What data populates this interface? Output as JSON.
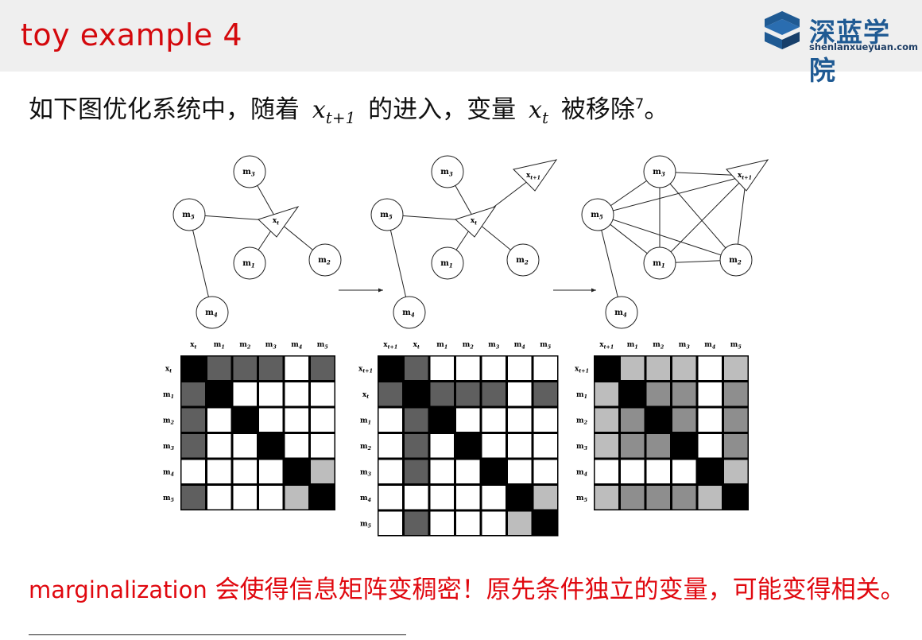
{
  "header": {
    "title": "toy example 4",
    "logo_name": "深蓝学院",
    "logo_url_text": "shenlanxueyuan.com"
  },
  "intro": {
    "text_before": "如下图优化系统中，随着",
    "math1_base": "x",
    "math1_sub": "t+1",
    "text_middle": "的进入，变量",
    "math2_base": "x",
    "math2_sub": "t",
    "text_after": "被移除",
    "footnote_mark": "7",
    "end_punct": "。"
  },
  "graphs": [
    {
      "nodes": [
        {
          "id": "m3",
          "base": "m",
          "sub": "3"
        },
        {
          "id": "m5",
          "base": "m",
          "sub": "5"
        },
        {
          "id": "m1",
          "base": "m",
          "sub": "1"
        },
        {
          "id": "m2",
          "base": "m",
          "sub": "2"
        },
        {
          "id": "m4",
          "base": "m",
          "sub": "4"
        }
      ],
      "triangles": [
        {
          "id": "xt",
          "base": "x",
          "sub": "t"
        }
      ],
      "edges": [
        [
          "m3",
          "xt"
        ],
        [
          "m5",
          "xt"
        ],
        [
          "m1",
          "xt"
        ],
        [
          "m2",
          "xt"
        ],
        [
          "m5",
          "m4"
        ]
      ]
    },
    {
      "nodes": [
        {
          "id": "m3",
          "base": "m",
          "sub": "3"
        },
        {
          "id": "m5",
          "base": "m",
          "sub": "5"
        },
        {
          "id": "m1",
          "base": "m",
          "sub": "1"
        },
        {
          "id": "m2",
          "base": "m",
          "sub": "2"
        },
        {
          "id": "m4",
          "base": "m",
          "sub": "4"
        }
      ],
      "triangles": [
        {
          "id": "xt",
          "base": "x",
          "sub": "t"
        },
        {
          "id": "xt1",
          "base": "x",
          "sub": "t+1"
        }
      ],
      "edges": [
        [
          "m3",
          "xt"
        ],
        [
          "m5",
          "xt"
        ],
        [
          "m1",
          "xt"
        ],
        [
          "m2",
          "xt"
        ],
        [
          "m5",
          "m4"
        ],
        [
          "xt",
          "xt1"
        ]
      ]
    },
    {
      "nodes": [
        {
          "id": "m3",
          "base": "m",
          "sub": "3"
        },
        {
          "id": "m5",
          "base": "m",
          "sub": "5"
        },
        {
          "id": "m1",
          "base": "m",
          "sub": "1"
        },
        {
          "id": "m2",
          "base": "m",
          "sub": "2"
        },
        {
          "id": "m4",
          "base": "m",
          "sub": "4"
        }
      ],
      "triangles": [
        {
          "id": "xt1",
          "base": "x",
          "sub": "t+1"
        }
      ],
      "edges": [
        [
          "m3",
          "xt1"
        ],
        [
          "m5",
          "xt1"
        ],
        [
          "m1",
          "xt1"
        ],
        [
          "m2",
          "xt1"
        ],
        [
          "m3",
          "m5"
        ],
        [
          "m3",
          "m1"
        ],
        [
          "m3",
          "m2"
        ],
        [
          "m5",
          "m1"
        ],
        [
          "m5",
          "m2"
        ],
        [
          "m5",
          "m4"
        ],
        [
          "m1",
          "m2"
        ]
      ]
    }
  ],
  "matrices": [
    {
      "labels": [
        {
          "base": "x",
          "sub": "t"
        },
        {
          "base": "m",
          "sub": "1"
        },
        {
          "base": "m",
          "sub": "2"
        },
        {
          "base": "m",
          "sub": "3"
        },
        {
          "base": "m",
          "sub": "4"
        },
        {
          "base": "m",
          "sub": "5"
        }
      ],
      "cells": [
        [
          3,
          2,
          2,
          2,
          0,
          2
        ],
        [
          2,
          3,
          0,
          0,
          0,
          0
        ],
        [
          2,
          0,
          3,
          0,
          0,
          0
        ],
        [
          2,
          0,
          0,
          3,
          0,
          0
        ],
        [
          0,
          0,
          0,
          0,
          3,
          1
        ],
        [
          2,
          0,
          0,
          0,
          1,
          3
        ]
      ]
    },
    {
      "labels": [
        {
          "base": "x",
          "sub": "t+1"
        },
        {
          "base": "x",
          "sub": "t"
        },
        {
          "base": "m",
          "sub": "1"
        },
        {
          "base": "m",
          "sub": "2"
        },
        {
          "base": "m",
          "sub": "3"
        },
        {
          "base": "m",
          "sub": "4"
        },
        {
          "base": "m",
          "sub": "5"
        }
      ],
      "cells": [
        [
          3,
          2,
          0,
          0,
          0,
          0,
          0
        ],
        [
          2,
          3,
          2,
          2,
          2,
          0,
          2
        ],
        [
          0,
          2,
          3,
          0,
          0,
          0,
          0
        ],
        [
          0,
          2,
          0,
          3,
          0,
          0,
          0
        ],
        [
          0,
          2,
          0,
          0,
          3,
          0,
          0
        ],
        [
          0,
          0,
          0,
          0,
          0,
          3,
          1
        ],
        [
          0,
          2,
          0,
          0,
          0,
          1,
          3
        ]
      ]
    },
    {
      "labels": [
        {
          "base": "x",
          "sub": "t+1"
        },
        {
          "base": "m",
          "sub": "1"
        },
        {
          "base": "m",
          "sub": "2"
        },
        {
          "base": "m",
          "sub": "3"
        },
        {
          "base": "m",
          "sub": "4"
        },
        {
          "base": "m",
          "sub": "5"
        }
      ],
      "cells": [
        [
          3,
          1,
          1,
          1,
          0,
          1
        ],
        [
          1,
          3,
          4,
          4,
          0,
          4
        ],
        [
          1,
          4,
          3,
          4,
          0,
          4
        ],
        [
          1,
          4,
          4,
          3,
          0,
          4
        ],
        [
          0,
          0,
          0,
          0,
          3,
          1
        ],
        [
          1,
          4,
          4,
          4,
          1,
          3
        ]
      ]
    }
  ],
  "cell_colors": [
    "#ffffff",
    "#bdbdbd",
    "#5f5f5f",
    "#000000",
    "#8e8e8e"
  ],
  "conclusion": {
    "latin": "marginalization",
    "text": "会使得信息矩阵变稠密！原先条件独立的变量，可能变得相关。"
  }
}
